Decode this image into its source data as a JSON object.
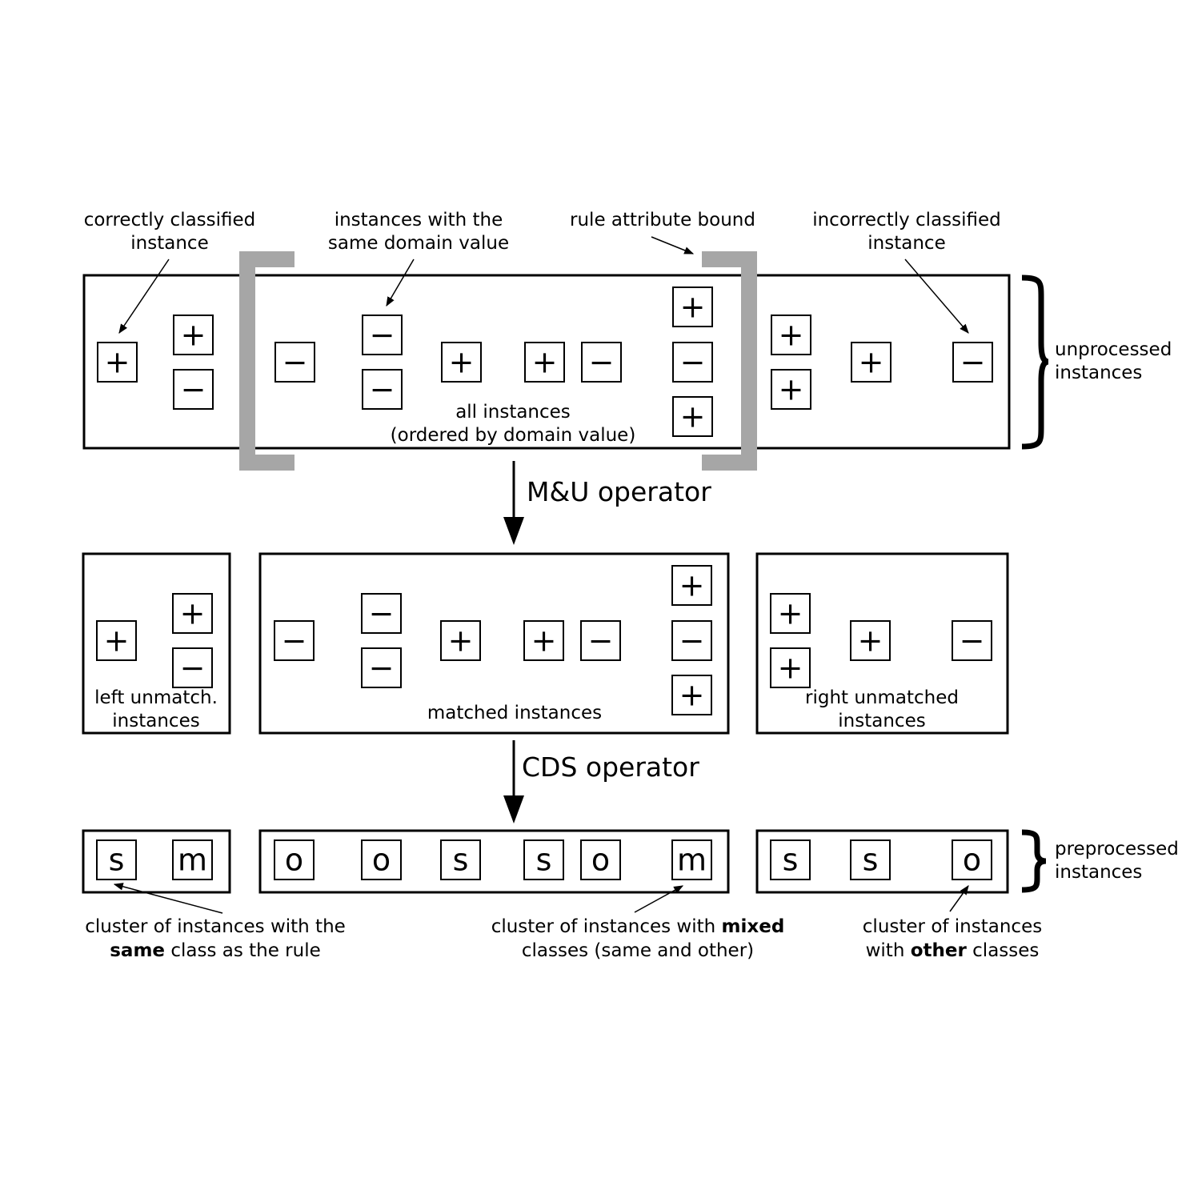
{
  "top_annotations": {
    "correct": [
      "correctly classified",
      "instance"
    ],
    "same_domain": [
      "instances with the",
      "same domain value"
    ],
    "bound": [
      "rule attribute bound"
    ],
    "incorrect": [
      "incorrectly classified",
      "instance"
    ]
  },
  "top_row": {
    "symbols": [
      "+",
      "+",
      "−",
      "−",
      "−",
      "−",
      "+",
      "+",
      "−",
      "+",
      "−",
      "+",
      "+",
      "+",
      "+",
      "−"
    ],
    "all_label": [
      "all instances",
      "(ordered by domain value)"
    ],
    "brace_label": [
      "unprocessed",
      "instances"
    ]
  },
  "operators": {
    "mu": "M&U operator",
    "cds": "CDS operator"
  },
  "middle_row": {
    "symbols": [
      "+",
      "+",
      "−",
      "−",
      "−",
      "−",
      "+",
      "+",
      "−",
      "+",
      "−",
      "+",
      "+",
      "+",
      "+",
      "−"
    ],
    "left_label": [
      "left unmatch.",
      "instances"
    ],
    "matched_label": [
      "matched instances"
    ],
    "right_label": [
      "right unmatched",
      "instances"
    ]
  },
  "bottom_row": {
    "symbols": [
      "s",
      "m",
      "o",
      "o",
      "s",
      "s",
      "o",
      "m",
      "s",
      "s",
      "o"
    ],
    "brace_label": [
      "preprocessed",
      "instances"
    ]
  },
  "bottom_annotations": {
    "same_cluster": {
      "line1": "cluster of instances with the",
      "line2_bold": "same",
      "line2_rest": " class as the rule"
    },
    "mixed_cluster": {
      "line1_pre": "cluster of instances with ",
      "line1_bold": "mixed",
      "line2": "classes (same and other)"
    },
    "other_cluster": {
      "line1": "cluster of instances",
      "line2_pre": "with ",
      "line2_bold": "other",
      "line2_rest": " classes"
    }
  },
  "colors": {
    "bound_bracket": "#a6a6a6",
    "stroke": "#000000"
  }
}
